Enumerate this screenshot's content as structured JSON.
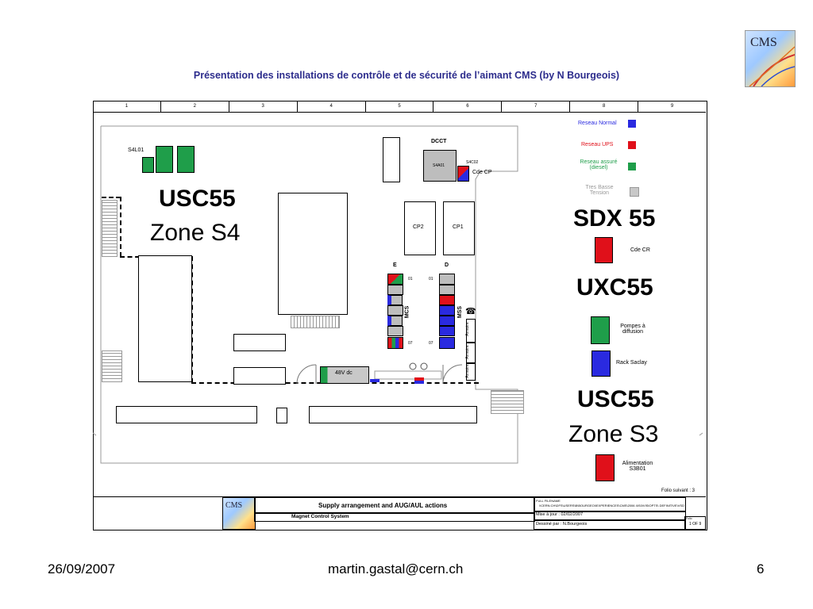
{
  "page": {
    "title": "Présentation des installations de contrôle et de sécurité de l’aimant CMS (by N Bourgeois)",
    "logo_text": "CMS"
  },
  "ruler": [
    "1",
    "2",
    "3",
    "4",
    "5",
    "6",
    "7",
    "8",
    "9"
  ],
  "legend": {
    "items": [
      {
        "label": "Reseau Normal",
        "color": "#2a2ae0"
      },
      {
        "label": "Reseau UPS",
        "color": "#e0101a"
      },
      {
        "label": "Reseau assuré (diesel)",
        "color": "#1f9e4a"
      },
      {
        "label": "Tres Basse Tension",
        "color": "#c8c8c8"
      }
    ]
  },
  "zones": {
    "usc55_s4_title": "USC55",
    "usc55_s4_sub": "Zone S4",
    "sdx55": "SDX 55",
    "uxc55": "UXC55",
    "usc55_s3_title": "USC55",
    "usc55_s3_sub": "Zone S3"
  },
  "labels": {
    "s4l01": "S4L01",
    "dcct": "DCCT",
    "s4a01": "S4A01",
    "s4c02": "S4C02",
    "cde_cp": "Cde CP",
    "cp2": "CP2",
    "cp1": "CP1",
    "e": "E",
    "d": "D",
    "mcs": "MCS",
    "mss": "MSS",
    "e_01": "01",
    "d_01": "01",
    "e_07": "07",
    "d_07": "07",
    "armoire": "Armoire",
    "v48": "48V dc",
    "cde_cr": "Cde CR",
    "pompes": "Pompes à diffusion",
    "rack_saclay": "Rack Saclay",
    "alimentation": "Alimentation S3B01",
    "folio_suivant": "Folio suivant : 3"
  },
  "title_block": {
    "main": "Supply arrangement  and  AUG/AUL actions",
    "sub": "Magnet Control System",
    "full_filename_label": "FULL FILENAME",
    "filename": "\\\\CERN.CH\\DFS\\USERS\\B\\BOURGEOI\\EXPERIENCES\\CMS\\2006 4\\S0\\VISIOPTS\\ DEFINITIVE\\VSD",
    "mise_a_jour": "Mise à jour : 02/02/2007",
    "dessine": "Dessiné par : N.Bourgeois",
    "folio_label": "Folio",
    "folio": "1 OF 9"
  },
  "footer": {
    "date": "26/09/2007",
    "email": "martin.gastal@cern.ch",
    "page": "6"
  }
}
